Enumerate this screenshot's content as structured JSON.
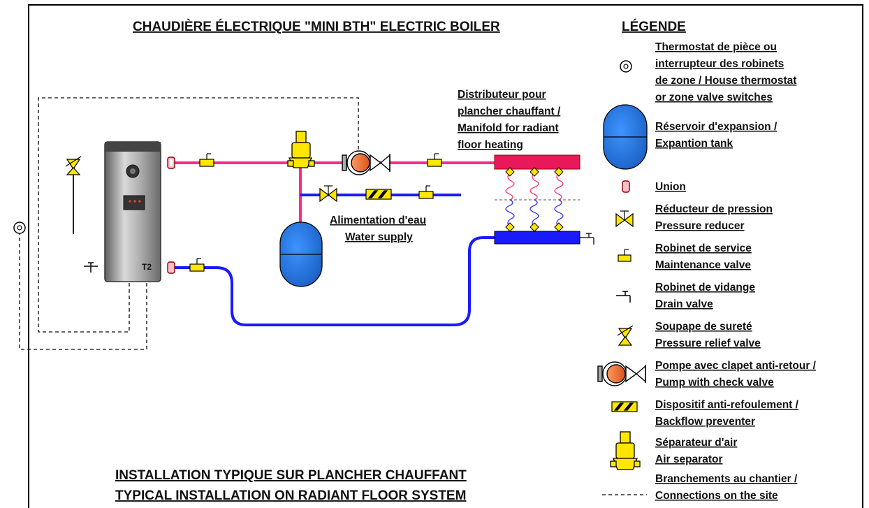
{
  "diagram": {
    "title": "CHAUDIÈRE ÉLECTRIQUE \"MINI BTH\" ELECTRIC BOILER",
    "legend_title": "LÉGENDE",
    "subtitle_line1": "INSTALLATION TYPIQUE SUR PLANCHER CHAUFFANT",
    "subtitle_line2": "TYPICAL INSTALLATION ON RADIANT FLOOR SYSTEM",
    "manifold_label": [
      "Distributeur pour",
      "plancher chauffant /",
      "Manifold for radiant",
      "floor heating"
    ],
    "water_supply_label": [
      "Alimentation d'eau",
      "Water supply"
    ],
    "boiler_badge": "T2"
  },
  "legend": {
    "thermostat": [
      "Thermostat de pièce ou",
      "interrupteur des robinets",
      "de zone / House thermostat",
      "or zone valve switches"
    ],
    "expansion_tank": [
      "Réservoir d'expansion /",
      "Expantion tank"
    ],
    "union": [
      "Union"
    ],
    "pressure_reducer": [
      "Réducteur de pression",
      "Pressure reducer"
    ],
    "service_valve": [
      "Robinet de service",
      "Maintenance valve"
    ],
    "drain_valve": [
      "Robinet de vidange",
      "Drain valve"
    ],
    "relief_valve": [
      "Soupape de sureté",
      "Pressure relief valve"
    ],
    "pump": [
      "Pompe avec clapet anti-retour /",
      "Pump with check valve"
    ],
    "backflow": [
      "Dispositif anti-refoulement /",
      "Backflow preventer"
    ],
    "air_separator": [
      "Séparateur d'air",
      "Air separator"
    ],
    "site_connections": [
      "Branchements au chantier /",
      "Connections on the site"
    ]
  },
  "colors": {
    "supply_pipe": "#ff2a8a",
    "return_pipe": "#1a1aff",
    "manifold_supply": "#e8195a",
    "tank": "#1e78e6",
    "valve": "#ffe600",
    "pump": "#f07a3c",
    "boiler": "#9a9a9a"
  }
}
